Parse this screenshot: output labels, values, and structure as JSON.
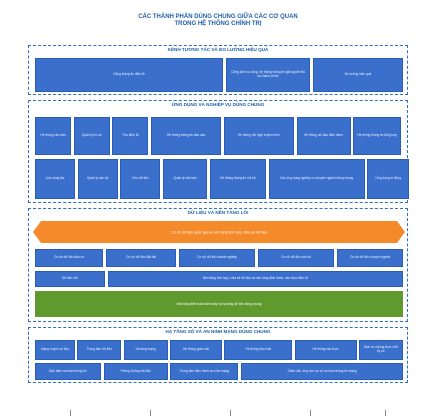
{
  "title": {
    "line1": "CÁC THÀNH PHẦN DÙNG CHUNG GIỮA CÁC CƠ QUAN",
    "line2": "TRONG HỆ THỐNG CHÍNH TRỊ"
  },
  "sections": {
    "interaction": {
      "heading": "KÊNH TƯƠNG TÁC VÀ ĐO LƯỜNG HIỆU QUẢ",
      "boxes": [
        "Cổng thông tin điện tử",
        "Cổng dịch vụ công, hệ thống thông tin giải quyết thủ tục hành chính",
        "Đo lường hiệu quả"
      ]
    },
    "applications": {
      "heading": "ỨNG DỤNG VÀ NGHIỆP VỤ DÙNG CHUNG",
      "row1": [
        "Hệ thống văn bản",
        "Quản lý hồ sơ",
        "Thư điện tử",
        "Hệ thống thông tin báo cáo",
        "Hệ thống hội nghị truyền hình",
        "Hệ thống chỉ đạo điều hành",
        "Hệ thống thông tin tổng hợp"
      ],
      "row2": [
        "Lịch công tác",
        "Quản lý cán bộ",
        "Kho dữ liệu",
        "Quản lý văn bản",
        "Hệ thống thông tin nội bộ",
        "Các ứng dụng nghiệp vụ chuyên ngành dùng chung",
        "Ứng dụng di động"
      ]
    },
    "data": {
      "heading": "DỮ LIỆU VÀ NỀN TẢNG LÕI",
      "orange_text": "Cơ sở dữ liệu quốc gia và nền tảng tích hợp, chia sẻ dữ liệu",
      "row1": [
        "Cơ sở dữ liệu dân cư",
        "Cơ sở dữ liệu đất đai",
        "Cơ sở dữ liệu doanh nghiệp",
        "Cơ sở dữ liệu cán bộ",
        "Cơ sở dữ liệu chuyên ngành"
      ],
      "row2": [
        "Dữ liệu mở",
        "Nền tảng tích hợp, chia sẻ dữ liệu và nền tảng định danh, xác thực điện tử"
      ],
      "green_text": "Nền tảng điện toán đám mây và hạ tầng dữ liệu dùng chung"
    },
    "infrastructure": {
      "heading": "HẠ TẦNG SỐ VÀ AN NINH MẠNG DÙNG CHUNG",
      "row1": [
        "Mạng truyền số liệu",
        "Trung tâm dữ liệu",
        "Hạ tầng mạng",
        "Hệ thống giám sát",
        "Hệ thống bảo mật",
        "Hệ thống xác thực",
        "Dịch vụ chứng thực chữ ký số"
      ],
      "row2": [
        "Bảo đảm an toàn thông tin",
        "Phòng chống mã độc",
        "Trung tâm điều hành an ninh mạng",
        "Giám sát, ứng cứu sự cố an toàn thông tin mạng"
      ]
    }
  }
}
